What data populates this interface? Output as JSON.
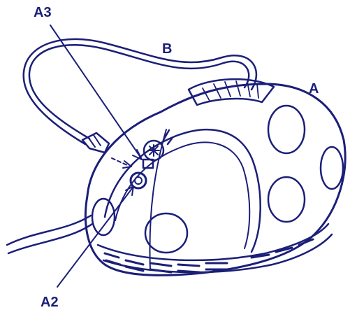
{
  "colors": {
    "ink": "#1b1f78",
    "paper": "#ffffff"
  },
  "labels": {
    "device": "A",
    "tube": "B",
    "port_upper": "A3",
    "port_lower": "A2"
  }
}
